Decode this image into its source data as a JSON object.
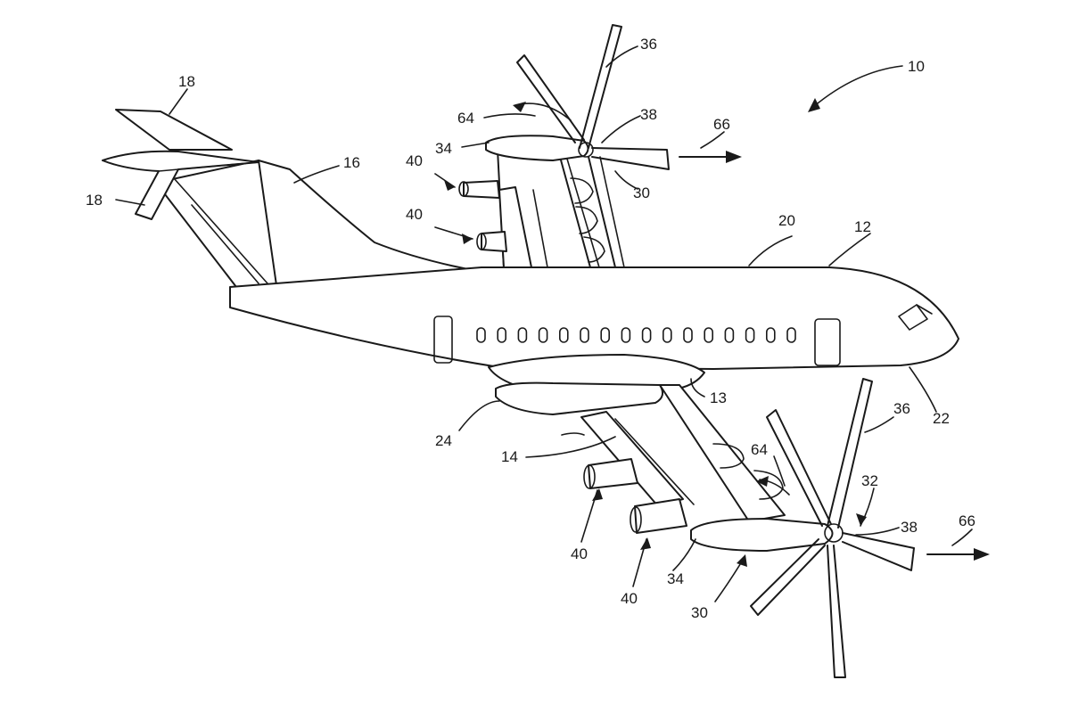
{
  "figure": {
    "labels": {
      "aircraft": "10",
      "fuselage": "12",
      "wing_root_fairing": "13",
      "wing": "14",
      "vertical_stabilizer": "16",
      "horizontal_stabilizer_upper": "18",
      "horizontal_stabilizer_lower": "18",
      "fuselage_top": "20",
      "fuselage_bottom": "22",
      "wing_fairing": "24",
      "upper_engine_ref": "30",
      "lower_engine_ref": "30",
      "lower_hub_ref": "32",
      "upper_nacelle": "34",
      "lower_nacelle": "34",
      "upper_blade": "36",
      "lower_blade": "36",
      "upper_hub": "38",
      "lower_hub": "38",
      "upper_engine_a": "40",
      "upper_engine_b": "40",
      "lower_engine_a": "40",
      "lower_engine_b": "40",
      "upper_rotation": "64",
      "lower_rotation": "64",
      "upper_thrust": "66",
      "lower_thrust": "66"
    },
    "colors": {
      "ink": "#1a1a1a",
      "paper": "#ffffff"
    }
  }
}
